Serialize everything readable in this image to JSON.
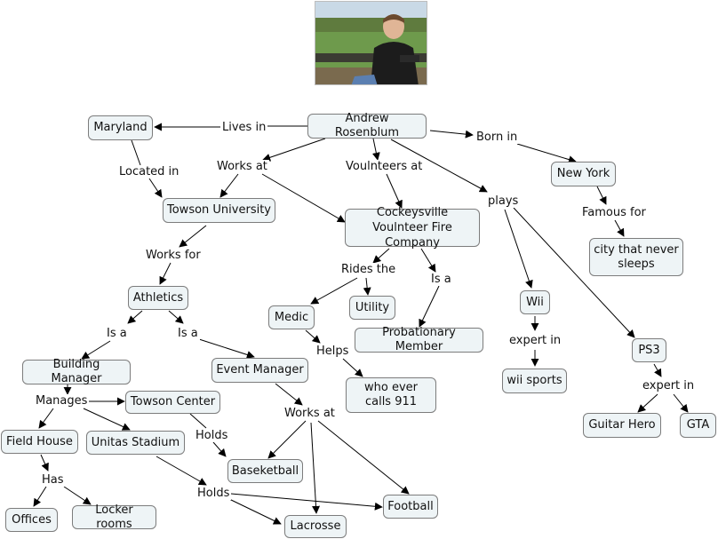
{
  "photo": {
    "icon": "person-photo"
  },
  "nodes": {
    "andrew": "Andrew Rosenblum",
    "maryland": "Maryland",
    "towson_univ": "Towson University",
    "cockeysville": "Cockeysville Voulnteer Fire Company",
    "new_york": "New York",
    "city": "city that never sleeps",
    "athletics": "Athletics",
    "medic": "Medic",
    "utility": "Utility",
    "probationary": "Probationary Member",
    "wii": "Wii",
    "ps3": "PS3",
    "building_manager": "Building Manager",
    "event_manager": "Event Manager",
    "towson_center": "Towson Center",
    "field_house": "Field House",
    "unitas": "Unitas Stadium",
    "who_ever": "who ever calls 911",
    "wii_sports": "wii sports",
    "guitar_hero": "Guitar Hero",
    "gta": "GTA",
    "basketball": "Baseketball",
    "offices": "Offices",
    "locker": "Locker rooms",
    "lacrosse": "Lacrosse",
    "football": "Football"
  },
  "labels": {
    "lives_in": "Lives in",
    "works_at": "Works at",
    "voulnteers_at": "Voulnteers at",
    "born_in": "Born in",
    "located_in": "Located in",
    "plays": "plays",
    "famous_for": "Famous for",
    "works_for": "Works for",
    "rides_the": "Rides the",
    "is_a_prob": "Is a",
    "is_a_left": "Is a",
    "is_a_right": "Is a",
    "helps": "Helps",
    "expert_in_wii": "expert in",
    "expert_in_ps3": "expert in",
    "manages": "Manages",
    "holds_tc": "Holds",
    "works_at_em": "Works at",
    "has": "Has",
    "holds_us": "Holds"
  }
}
